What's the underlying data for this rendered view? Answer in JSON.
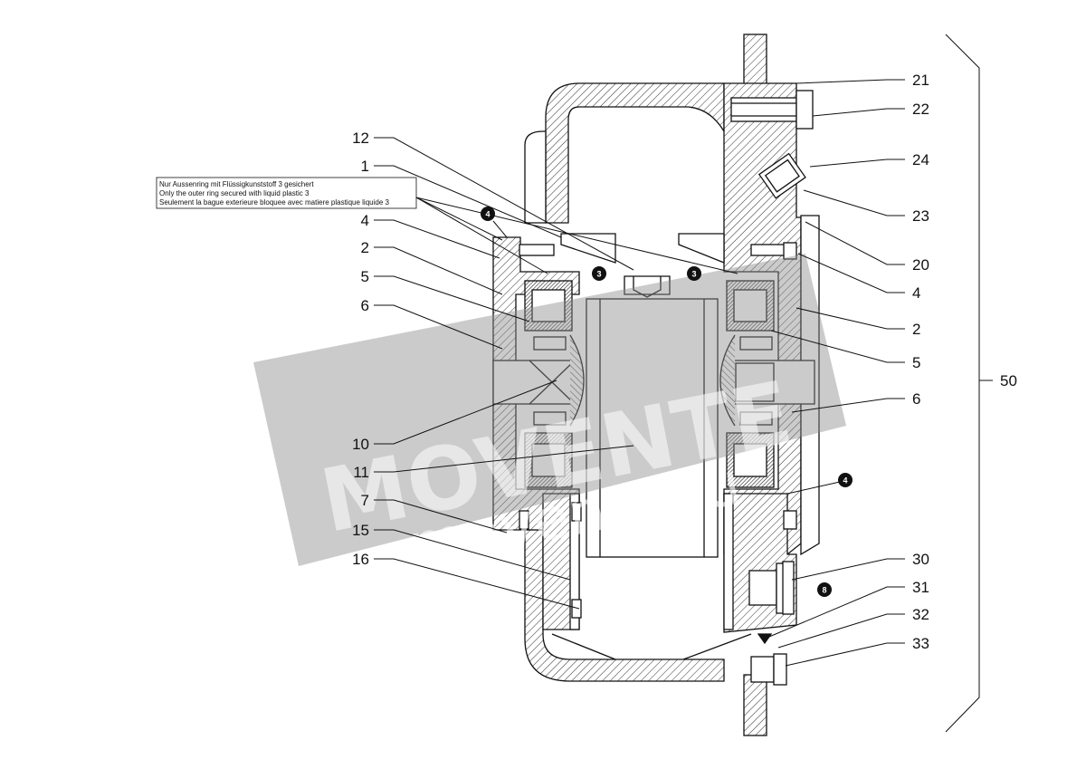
{
  "note": {
    "lines": [
      "Nur Aussenring mit Flüssigkunststoff 3 gesichert",
      "Only the outer ring secured with liquid plastic 3",
      "Seulement la bague exterieure bloquee avec matiere plastique liquide 3"
    ]
  },
  "labels_left": [
    "12",
    "1",
    "4",
    "2",
    "5",
    "6",
    "10",
    "11",
    "7",
    "15",
    "16"
  ],
  "labels_right": [
    "21",
    "22",
    "24",
    "23",
    "20",
    "4",
    "2",
    "5",
    "6",
    "30",
    "31",
    "32",
    "33"
  ],
  "assembly_label": "50",
  "badges": [
    "4",
    "3",
    "3",
    "4",
    "8"
  ],
  "watermark": {
    "brand": "MOVENTE",
    "site": "movente.ru"
  }
}
